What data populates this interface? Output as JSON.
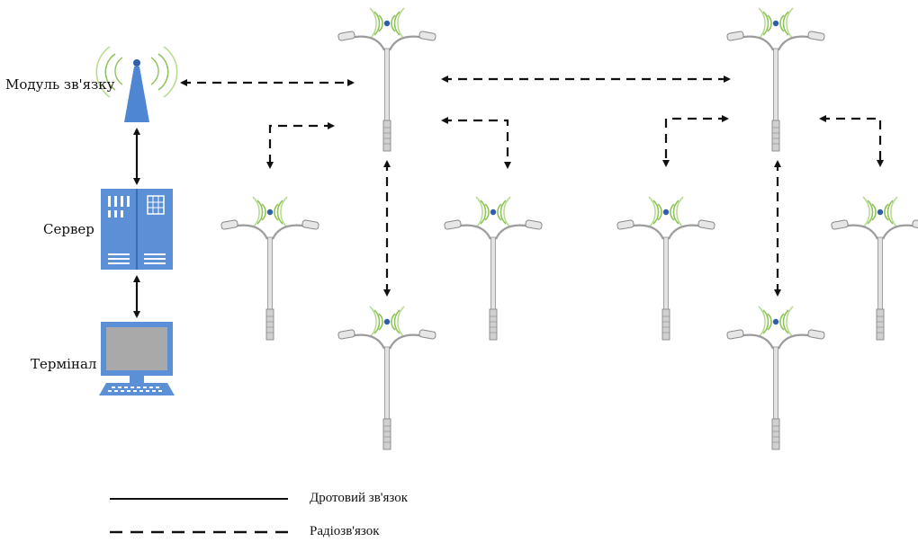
{
  "labels": {
    "module": "Модуль зв'язку",
    "server": "Сервер",
    "terminal": "Термінал"
  },
  "legend": {
    "wired": "Дротовий зв'язок",
    "radio": "Радіозв'язок"
  },
  "colors": {
    "device_blue": "#5b8fd6",
    "device_dark": "#3a6cb8",
    "wifi_green": "#8fc45a",
    "lamp_gray": "#cfcfcf",
    "line": "#111111"
  }
}
